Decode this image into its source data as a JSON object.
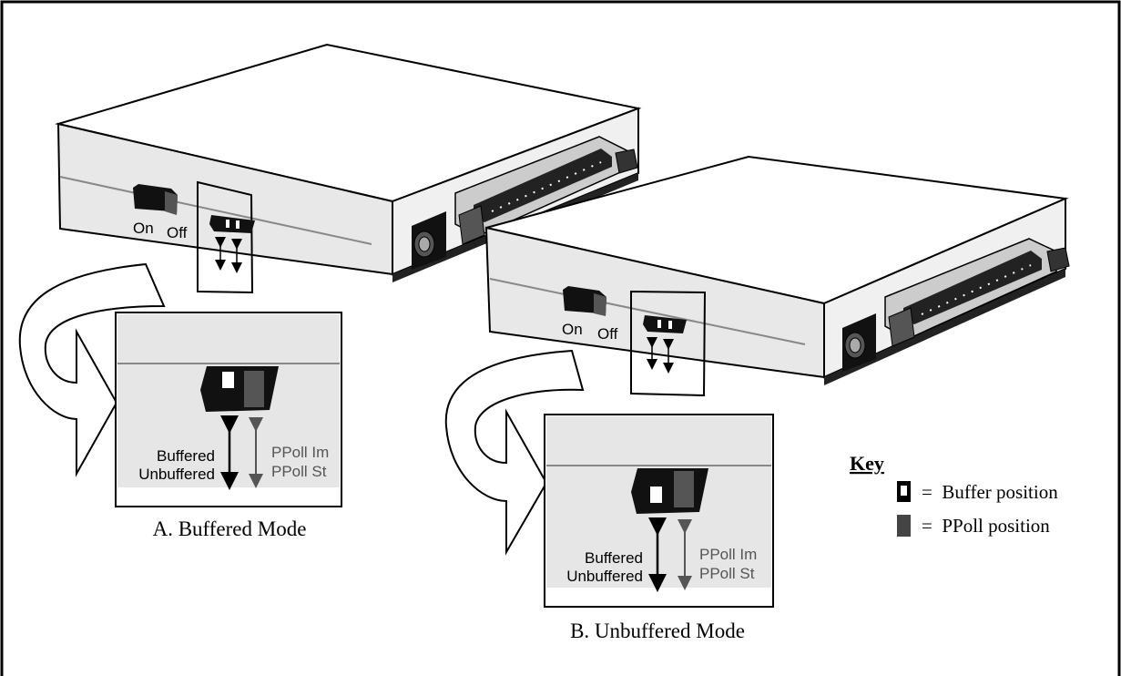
{
  "left_device": {
    "switch_on_label": "On",
    "switch_off_label": "Off"
  },
  "right_device": {
    "switch_on_label": "On",
    "switch_off_label": "Off"
  },
  "panel_a": {
    "left_top": "Buffered",
    "left_bottom": "Unbuffered",
    "right_top": "PPoll Im",
    "right_bottom": "PPoll St",
    "caption": "A. Buffered Mode"
  },
  "panel_b": {
    "left_top": "Buffered",
    "left_bottom": "Unbuffered",
    "right_top": "PPoll Im",
    "right_bottom": "PPoll St",
    "caption": "B. Unbuffered Mode"
  },
  "key": {
    "title": "Key",
    "items": [
      {
        "symbol": "buffer-switch-icon",
        "text": "=  Buffer position"
      },
      {
        "symbol": "ppoll-switch-icon",
        "text": "=  PPoll position"
      }
    ]
  },
  "colors": {
    "device_face": "#e6e6e6",
    "device_side": "#f2f2f2",
    "outline": "#000000",
    "dark": "#1a1a1a",
    "ppoll_gray": "#595959",
    "line_gray": "#8c8c8c"
  }
}
